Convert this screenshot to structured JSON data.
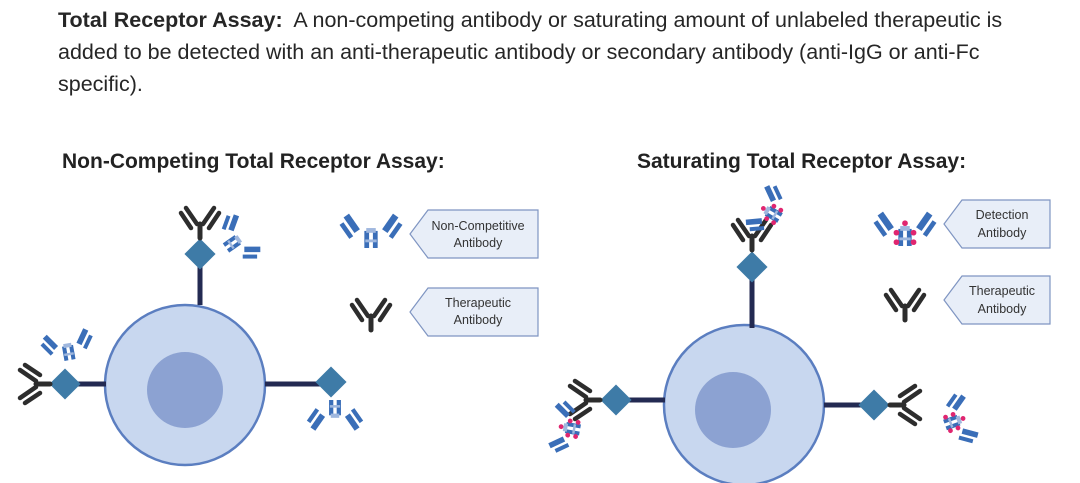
{
  "intro": {
    "title": "Total Receptor Assay:",
    "body": "A non-competing antibody or saturating amount of unlabeled therapeutic is added to be detected with an anti-therapeutic antibody or secondary antibody (anti-IgG or anti-Fc specific)."
  },
  "panels": {
    "left": {
      "title": "Non-Competing Total Receptor Assay:",
      "legend": [
        {
          "line1": "Non-Competitive",
          "line2": "Antibody"
        },
        {
          "line1": "Therapeutic",
          "line2": "Antibody"
        }
      ]
    },
    "right": {
      "title": "Saturating Total Receptor Assay:",
      "legend": [
        {
          "line1": "Detection",
          "line2": "Antibody"
        },
        {
          "line1": "Therapeutic",
          "line2": "Antibody"
        }
      ]
    }
  },
  "colors": {
    "cell_fill": "#c8d7ef",
    "cell_stroke": "#5b7ec0",
    "nucleus": "#8ca2d2",
    "receptor_stem": "#232a52",
    "receptor_diamond": "#3e7ba7",
    "therapeutic_antibody": "#2d2d2d",
    "blue_antibody": "#3a6eb8",
    "detection_label": "#e02670",
    "legend_box_fill": "#e8eef8",
    "legend_box_stroke": "#7f95c2"
  }
}
